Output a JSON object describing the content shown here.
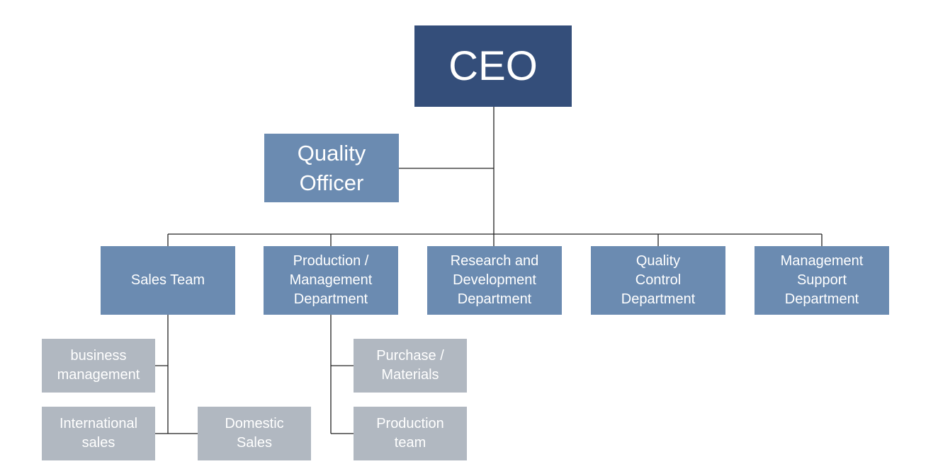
{
  "org_chart": {
    "ceo": {
      "label": "CEO"
    },
    "quality_officer": {
      "label": "Quality\nOfficer"
    },
    "departments": [
      {
        "id": "sales",
        "label": "Sales Team"
      },
      {
        "id": "production",
        "label": "Production /\nManagement\nDepartment"
      },
      {
        "id": "rnd",
        "label": "Research and\nDevelopment\nDepartment"
      },
      {
        "id": "qc",
        "label": "Quality\nControl\nDepartment"
      },
      {
        "id": "support",
        "label": "Management\nSupport\nDepartment"
      }
    ],
    "sales_units": [
      {
        "id": "business-management",
        "label": "business\nmanagement"
      },
      {
        "id": "international-sales",
        "label": "International\nsales"
      },
      {
        "id": "domestic-sales",
        "label": "Domestic\nSales"
      }
    ],
    "production_units": [
      {
        "id": "purchase-materials",
        "label": "Purchase /\nMaterials"
      },
      {
        "id": "production-team",
        "label": "Production\nteam"
      }
    ],
    "colors": {
      "ceo": "#344e7a",
      "department": "#6b8bb1",
      "unit": "#b1b8c1",
      "connector": "#222222",
      "text": "#ffffff"
    }
  }
}
